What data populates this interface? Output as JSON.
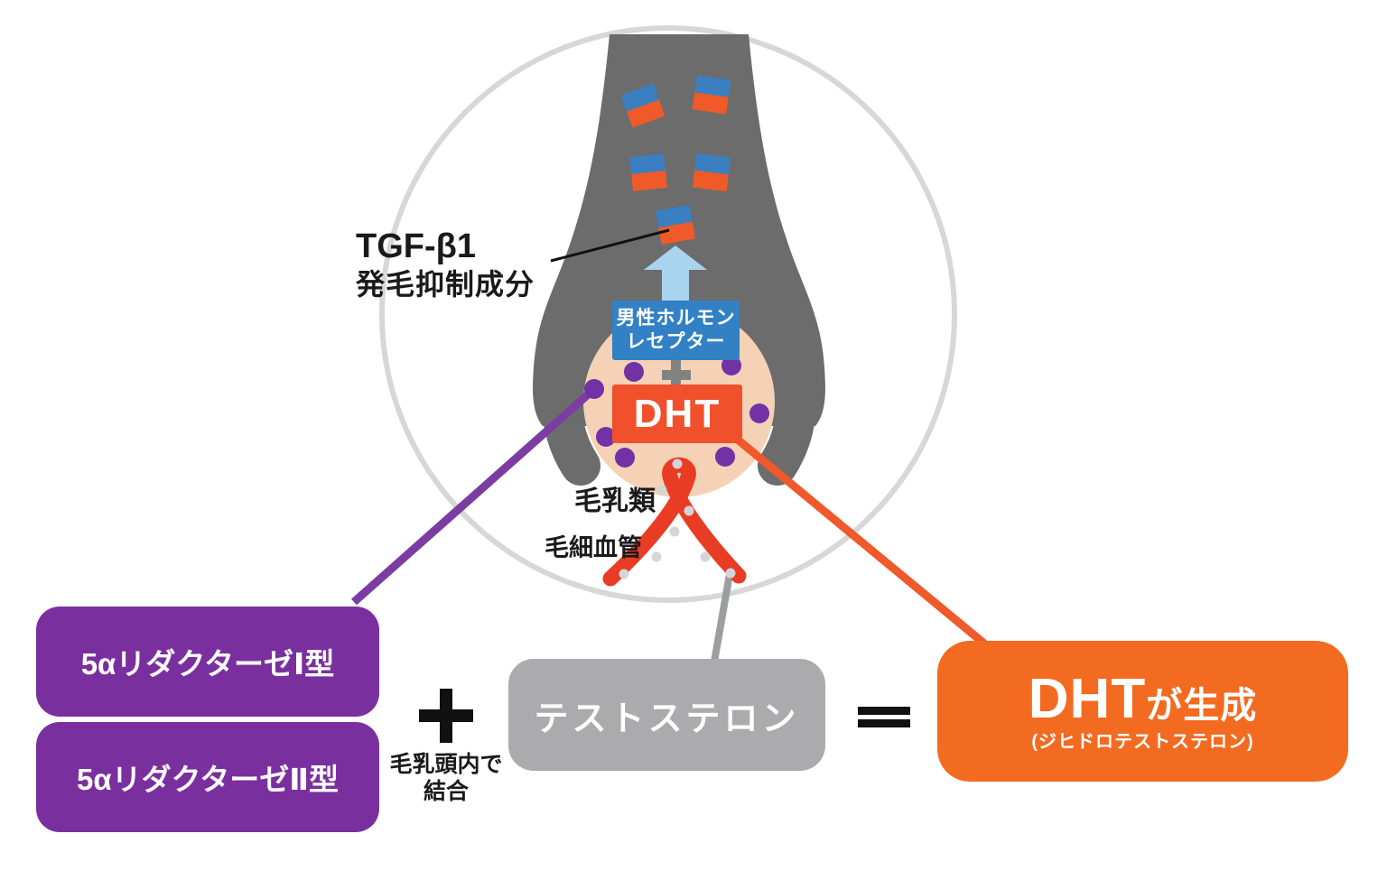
{
  "labels": {
    "tgf_line1": "TGF-β1",
    "tgf_line2": "発毛抑制成分",
    "papilla": "毛乳類",
    "capillary": "毛細血管"
  },
  "receptor": {
    "line1": "男性ホルモン",
    "line2": "レセプター"
  },
  "dht": {
    "label": "DHT"
  },
  "formula": {
    "reductase1": "5αリダクターゼⅠ型",
    "reductase2": "5αリダクターゼⅡ型",
    "plus": "+",
    "plus_note1": "毛乳頭内で",
    "plus_note2": "結合",
    "testosterone": "テストステロン",
    "equals": "=",
    "result_main": "DHT",
    "result_suffix": "が生成",
    "result_sub": "(ジヒドロテストステロン)"
  },
  "colors": {
    "follicle_gray": "#6c6c6c",
    "outer_circle_gray": "#d7d7d7",
    "papilla_peach": "#f5d2b5",
    "receptor_blue": "#3181c4",
    "dht_orange": "#f0512c",
    "result_orange": "#f26b21",
    "reductase_purple": "#7a2f9f",
    "connector_purple": "#7b3da1",
    "testosterone_gray": "#ababad",
    "connector_gray": "#9c9ea0",
    "capillary_red": "#e93c24",
    "molecule_blue": "#3a7fc1",
    "molecule_orange": "#f05a28",
    "dot_purple": "#7231a5",
    "arrow_light_blue": "#a9d4ef",
    "symbol_black": "#111111"
  }
}
